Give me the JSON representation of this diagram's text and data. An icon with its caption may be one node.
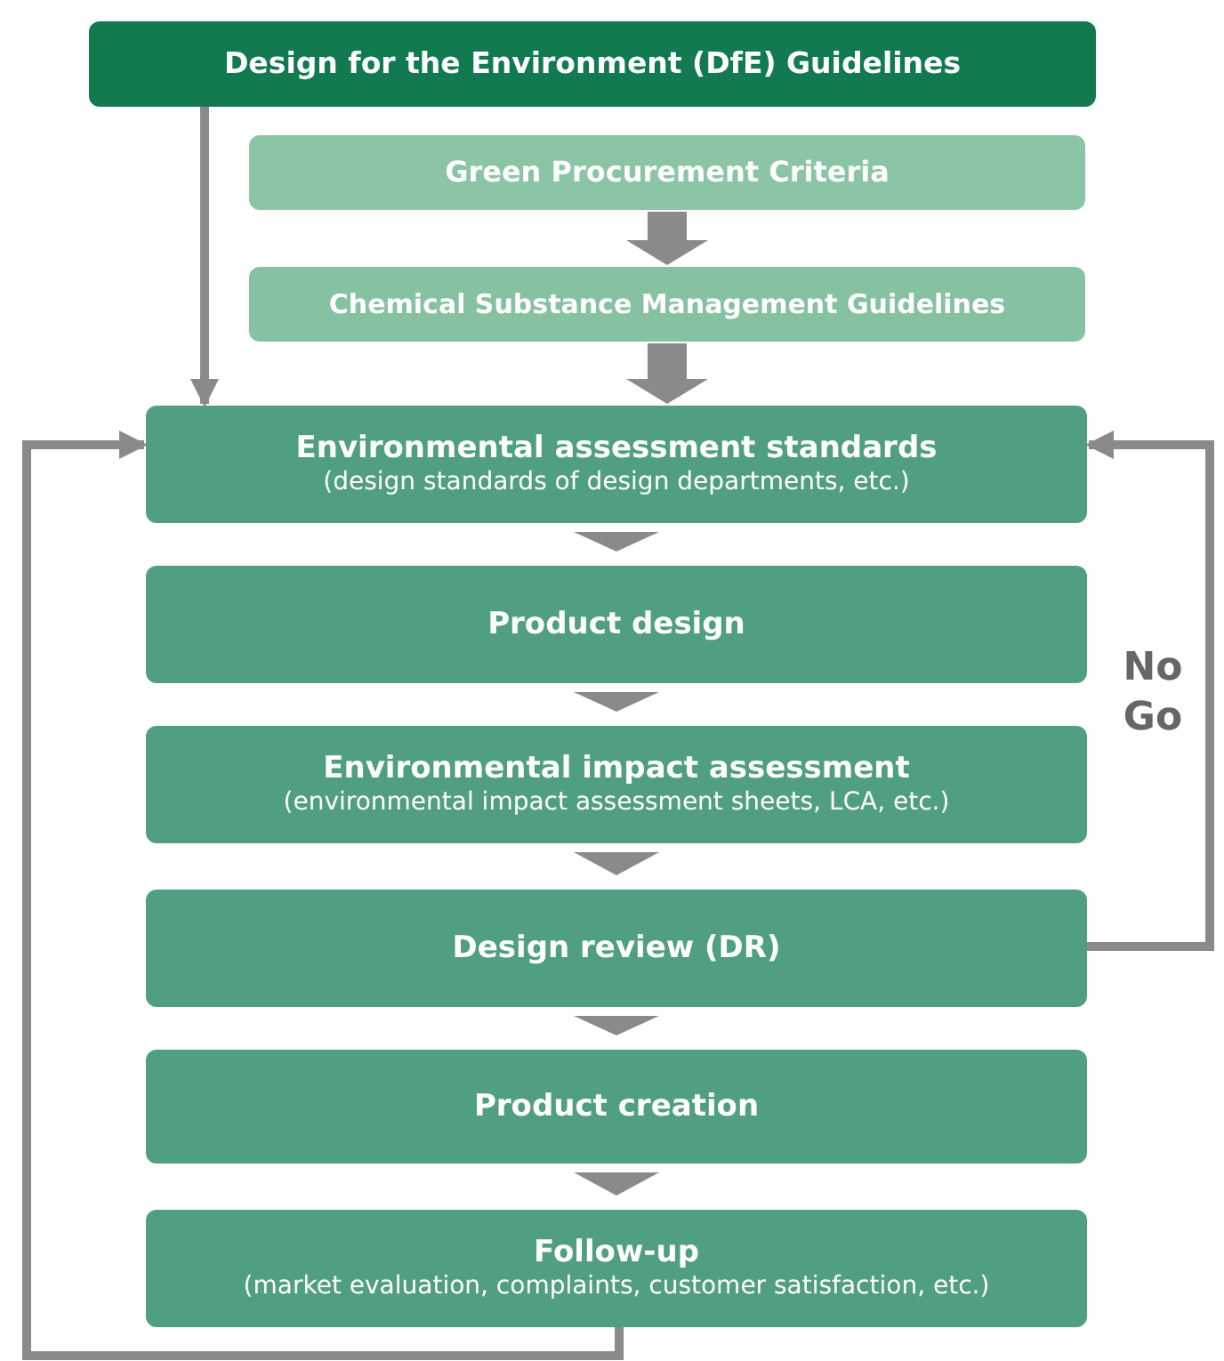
{
  "diagram": {
    "nodes": [
      {
        "text": [
          "Design for the Environment (DfE) Guidelines"
        ]
      },
      {
        "text": [
          "Green Procurement Criteria"
        ]
      },
      {
        "text": [
          "Chemical Substance Management Guidelines"
        ]
      },
      {
        "text": [
          "Environmental assessment standards",
          "(design standards of design departments, etc.)"
        ]
      },
      {
        "text": [
          "Product design"
        ]
      },
      {
        "text": [
          "Environmental impact assessment",
          "(environmental impact assessment sheets, LCA, etc.)"
        ]
      },
      {
        "text": [
          "Design review (DR)"
        ]
      },
      {
        "text": [
          "Product creation"
        ]
      },
      {
        "text": [
          "Follow-up",
          "(market evaluation, complaints, customer satisfaction, etc.)"
        ]
      }
    ],
    "edges": [
      {
        "from": 0,
        "to": 3,
        "arrow": "to"
      },
      {
        "from": 1,
        "to": 2,
        "arrow": "to",
        "style": "thick"
      },
      {
        "from": 2,
        "to": 3,
        "arrow": "to",
        "style": "thick"
      },
      {
        "from": 3,
        "to": 4,
        "arrow": "to",
        "style": "thick"
      },
      {
        "from": 4,
        "to": 5,
        "arrow": "to",
        "style": "thick"
      },
      {
        "from": 5,
        "to": 6,
        "arrow": "to",
        "style": "thick"
      },
      {
        "from": 6,
        "to": 7,
        "arrow": "to",
        "style": "thick"
      },
      {
        "from": 7,
        "to": 8,
        "arrow": "to",
        "style": "thick"
      },
      {
        "from": 6,
        "to": 3,
        "arrow": "to",
        "label": "No Go"
      },
      {
        "from": 8,
        "to": 3,
        "arrow": "to"
      }
    ]
  }
}
